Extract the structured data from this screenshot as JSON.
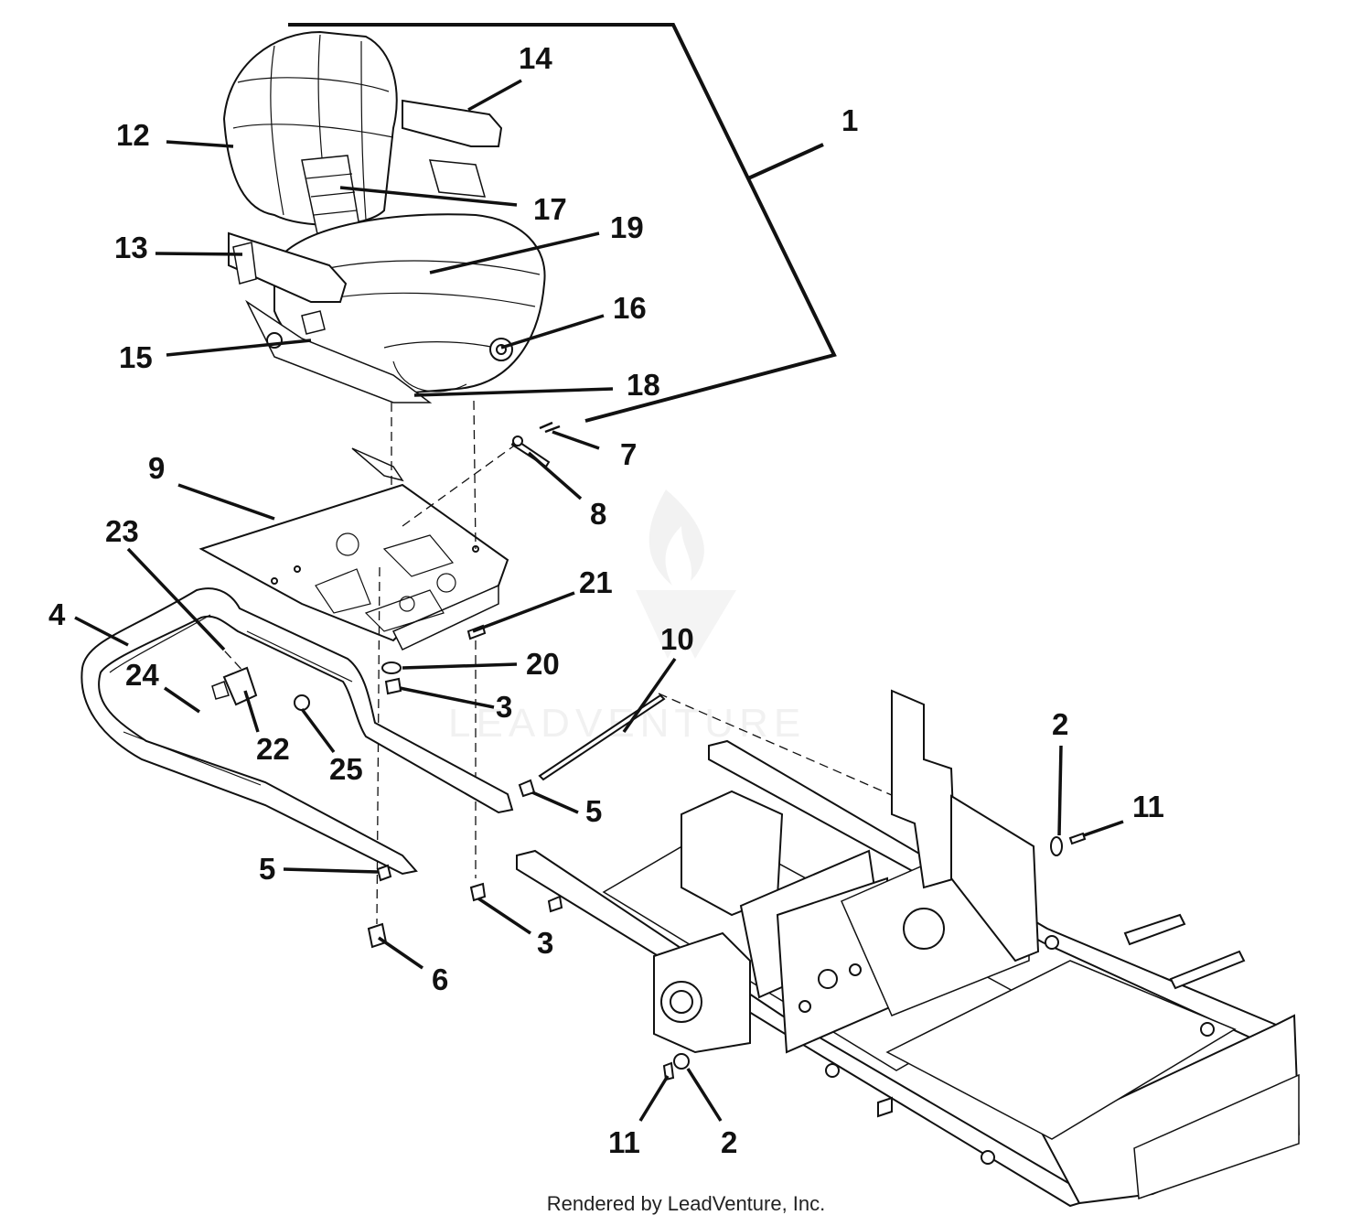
{
  "callouts": {
    "c1": "1",
    "c12": "12",
    "c14": "14",
    "c17": "17",
    "c19": "19",
    "c13": "13",
    "c16": "16",
    "c15": "15",
    "c18": "18",
    "c7": "7",
    "c8": "8",
    "c9": "9",
    "c23": "23",
    "c21": "21",
    "c4": "4",
    "c24": "24",
    "c20": "20",
    "c3a": "3",
    "c10": "10",
    "c22": "22",
    "c25": "25",
    "c2a": "2",
    "c11a": "11",
    "c5a": "5",
    "c5b": "5",
    "c3b": "3",
    "c6": "6",
    "c11b": "11",
    "c2b": "2"
  },
  "watermark": "LEADVENTURE",
  "footer": "Rendered by LeadVenture, Inc."
}
